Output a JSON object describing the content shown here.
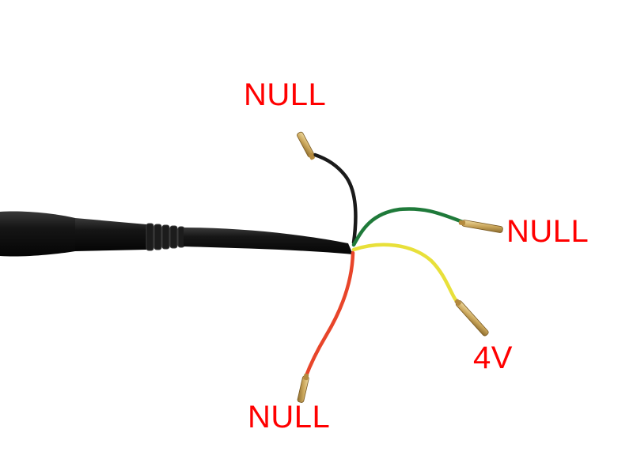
{
  "colors": {
    "label": "#ff0000",
    "background": "#ffffff",
    "cable_jacket": "#111111",
    "wire_black": "#1a1a1a",
    "wire_green": "#1f7a3a",
    "wire_yellow": "#e8e03a",
    "wire_red": "#e8452a",
    "pin_brass": "#c9a55a"
  },
  "labels": {
    "black_wire": "NULL",
    "green_wire": "NULL",
    "yellow_wire": "4V",
    "red_wire": "NULL"
  }
}
